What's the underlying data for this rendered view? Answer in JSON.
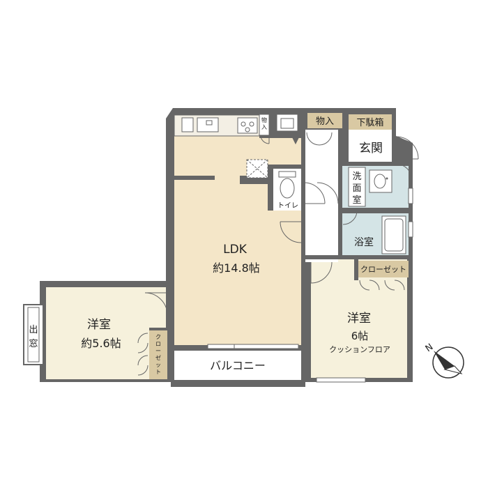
{
  "rooms": {
    "ldk": {
      "name": "LDK",
      "size": "約14.8帖"
    },
    "western1": {
      "name": "洋室",
      "size": "約5.6帖"
    },
    "western2": {
      "name": "洋室",
      "size": "6帖",
      "floor": "クッションフロア"
    },
    "entrance": {
      "name": "玄関"
    },
    "washroom": {
      "chars": [
        "洗",
        "面",
        "室"
      ]
    },
    "bath": {
      "name": "浴室"
    },
    "toilet": {
      "name": "トイレ"
    },
    "balcony": {
      "name": "バルコニー"
    },
    "bay_window": {
      "chars": [
        "出",
        "窓"
      ]
    }
  },
  "storage": {
    "closet_right": "クローゼット",
    "closet_left_chars": [
      "ク",
      "ロ",
      "ー",
      "ゼ",
      "ッ",
      "ト"
    ],
    "storage_top": "物入",
    "shoe_box": "下駄箱",
    "storage_small_chars": [
      "物",
      "入"
    ]
  },
  "compass": {
    "north_label": "N"
  },
  "colors": {
    "wall": "#666666",
    "wood_floor": "#f4e6c8",
    "tile_floor": "#f6f1dc",
    "label_box": "#d9c9a3",
    "wet_area": "#d4e4e6",
    "outside": "#ffffff"
  }
}
